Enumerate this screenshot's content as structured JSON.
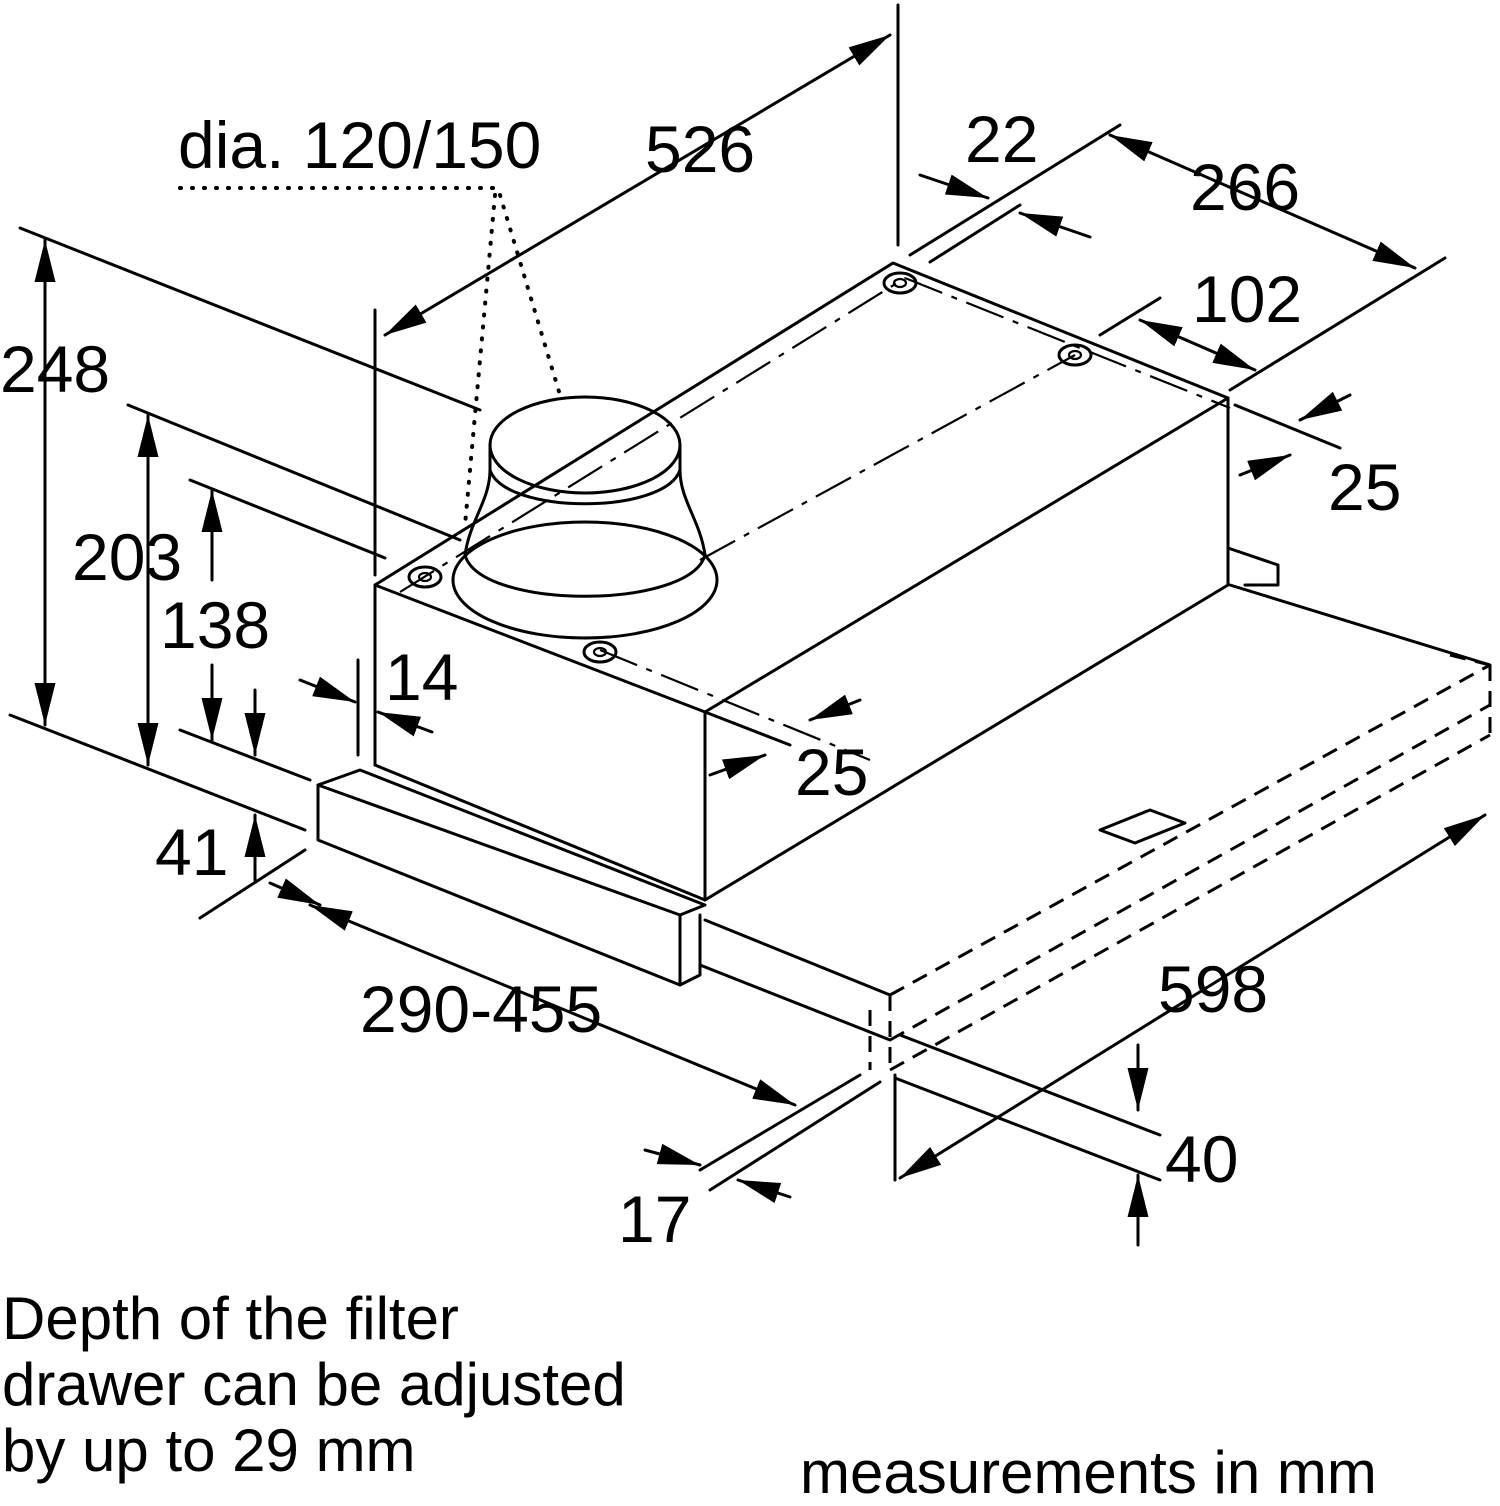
{
  "labels": {
    "dia": "dia. 120/150",
    "d526": "526",
    "d22": "22",
    "d266": "266",
    "d102": "102",
    "d25_top": "25",
    "d248": "248",
    "d203": "203",
    "d138": "138",
    "d14": "14",
    "d25_mid": "25",
    "d41": "41",
    "d290_455": "290-455",
    "d598": "598",
    "d40": "40",
    "d17": "17"
  },
  "notes": {
    "drawer_line1": "Depth of the filter",
    "drawer_line2": "drawer can be adjusted",
    "drawer_line3": "by up to 29 mm",
    "units": "measurements in mm"
  }
}
